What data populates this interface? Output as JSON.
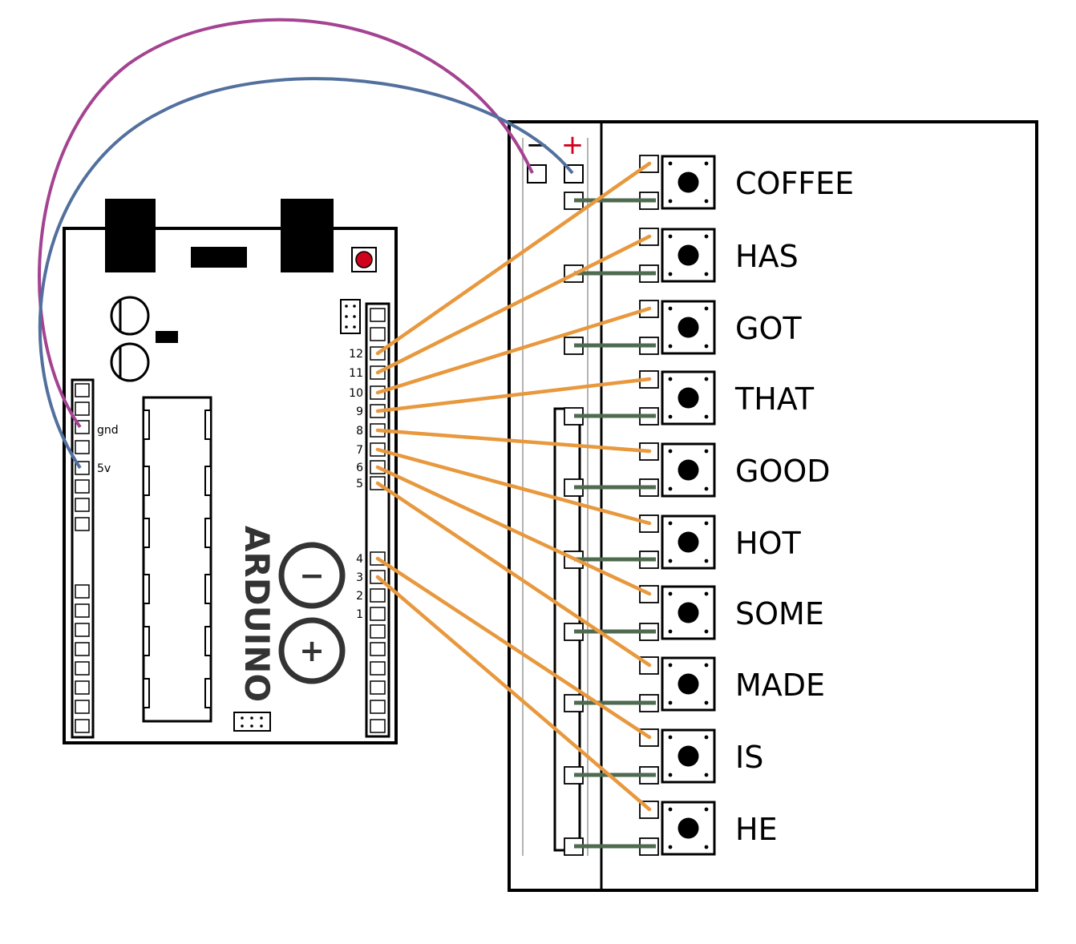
{
  "colors": {
    "outline": "#000000",
    "wire_signal": "#e8983d",
    "wire_gnd": "#a44391",
    "wire_5v": "#52709e",
    "button_lead": "#4e6b50",
    "rail_line": "#b4b4b4",
    "plus_sign": "#d0021b",
    "reset_button": "#d0021b"
  },
  "arduino": {
    "logo_text": "ARDUINO",
    "logo_minus": "−",
    "logo_plus": "+",
    "power_labels": {
      "gnd": "gnd",
      "v5": "5v"
    },
    "digital_pins": [
      "12",
      "11",
      "10",
      "9",
      "8",
      "7",
      "6",
      "5",
      "4",
      "3",
      "2",
      "1"
    ]
  },
  "breadboard": {
    "rail_minus": "−",
    "rail_plus": "+"
  },
  "buttons": [
    {
      "word": "COFFEE",
      "pin": "12"
    },
    {
      "word": "HAS",
      "pin": "11"
    },
    {
      "word": "GOT",
      "pin": "10"
    },
    {
      "word": "THAT",
      "pin": "9"
    },
    {
      "word": "GOOD",
      "pin": "8"
    },
    {
      "word": "HOT",
      "pin": "7"
    },
    {
      "word": "SOME",
      "pin": "6"
    },
    {
      "word": "MADE",
      "pin": "5"
    },
    {
      "word": "IS",
      "pin": "4"
    },
    {
      "word": "HE",
      "pin": "3"
    }
  ]
}
